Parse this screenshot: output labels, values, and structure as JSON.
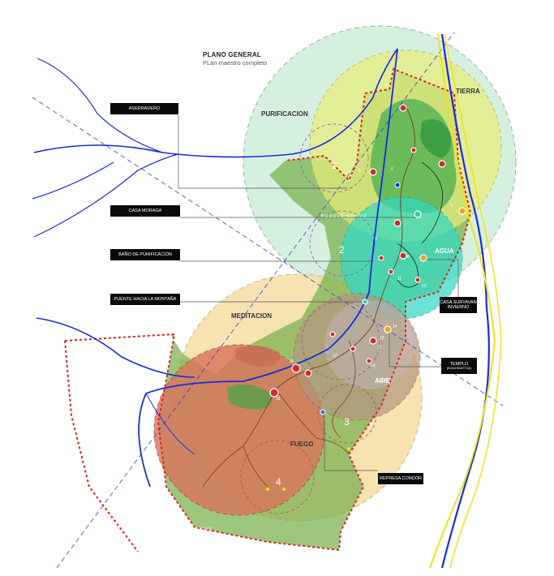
{
  "header": {
    "title": "PLANO GENERAL",
    "subtitle": "PLan maestro completo"
  },
  "zones": {
    "purificacion": "PURIFICACION",
    "tierra": "TIERRA",
    "agua": "AGUA",
    "meditacion": "MEDITACION",
    "aire": "AIRE",
    "fuego": "FUEGO"
  },
  "zone_numbers": [
    "1",
    "2",
    "3",
    "4"
  ],
  "forest_labels": {
    "top": "BOSQUE NATIVO",
    "bottom": "Bosque nativo"
  },
  "callouts": {
    "aserradero": "ASERRADERO",
    "casa_moraga": "CASA MORAGA",
    "bano": "BAÑO DE PURIFICACIÓN",
    "puente": "PUENTE HACIA LA MONTAÑA",
    "casa_suryavan_1": "CASA SURYAVAN",
    "casa_suryavan_2": "INVIERNO",
    "templo_1": "TEMPLO",
    "templo_2": "(BODHISATTVA)",
    "represa": "REPRESA CONDOR"
  },
  "point_numbers": [
    "5",
    "6",
    "7",
    "8",
    "9",
    "10",
    "11",
    "12",
    "13",
    "14",
    "15",
    "16",
    "17",
    "18"
  ],
  "colors": {
    "purificacion": "#c9ecd6",
    "tierra": "#e8ec7a",
    "agua": "#2fd9c4",
    "meditacion": "#f6dba0",
    "fuego": "#d9765c",
    "aire": "#b4967e",
    "forest": "#79b04e",
    "forest_dark": "#2f9a3e",
    "river": "#1b2bd8",
    "road": "#f0e21a",
    "boundary": "#d92020"
  }
}
